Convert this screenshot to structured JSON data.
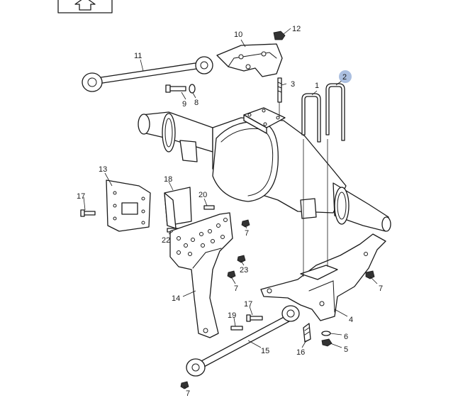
{
  "diagram": {
    "callouts": [
      {
        "id": "c12",
        "text": "12"
      },
      {
        "id": "c10",
        "text": "10"
      },
      {
        "id": "c11",
        "text": "11"
      },
      {
        "id": "c3",
        "text": "3"
      },
      {
        "id": "c1",
        "text": "1"
      },
      {
        "id": "c2",
        "text": "2",
        "highlighted": true
      },
      {
        "id": "c9",
        "text": "9"
      },
      {
        "id": "c8",
        "text": "8"
      },
      {
        "id": "c13",
        "text": "13"
      },
      {
        "id": "c18",
        "text": "18"
      },
      {
        "id": "c17a",
        "text": "17"
      },
      {
        "id": "c20",
        "text": "20"
      },
      {
        "id": "c7a",
        "text": "7"
      },
      {
        "id": "c22",
        "text": "22"
      },
      {
        "id": "c23",
        "text": "23"
      },
      {
        "id": "c7b",
        "text": "7"
      },
      {
        "id": "c7c",
        "text": "7"
      },
      {
        "id": "c14",
        "text": "14"
      },
      {
        "id": "c17b",
        "text": "17"
      },
      {
        "id": "c19",
        "text": "19"
      },
      {
        "id": "c4",
        "text": "4"
      },
      {
        "id": "c6",
        "text": "6"
      },
      {
        "id": "c15",
        "text": "15"
      },
      {
        "id": "c16",
        "text": "16"
      },
      {
        "id": "c5",
        "text": "5"
      },
      {
        "id": "c7d",
        "text": "7"
      }
    ],
    "colors": {
      "line": "#1a1a1a",
      "highlight": "#8fa9d6"
    },
    "icons": {
      "nav": "up-arrow-icon"
    }
  }
}
